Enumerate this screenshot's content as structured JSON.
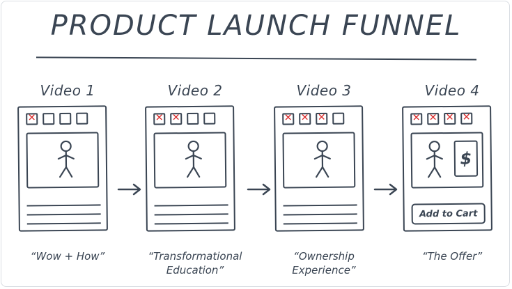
{
  "title": "PRODUCT LAUNCH FUNNEL",
  "colors": {
    "ink": "#3a4553",
    "x_mark": "#d92424"
  },
  "panels": [
    {
      "label": "Video 1",
      "caption_line1": "“Wow + How”",
      "caption_line2": "",
      "boxes": [
        true,
        false,
        false,
        false
      ]
    },
    {
      "label": "Video 2",
      "caption_line1": "“Transformational",
      "caption_line2": "Education”",
      "boxes": [
        true,
        true,
        false,
        false
      ]
    },
    {
      "label": "Video 3",
      "caption_line1": "“Ownership",
      "caption_line2": "Experience”",
      "boxes": [
        true,
        true,
        true,
        false
      ]
    },
    {
      "label": "Video 4",
      "caption_line1": "“The Offer”",
      "caption_line2": "",
      "boxes": [
        true,
        true,
        true,
        true
      ],
      "cart_label": "Add to Cart",
      "dollar": "$"
    }
  ],
  "icons": {
    "x_mark": "✕",
    "stick_figure": "stick-figure-icon",
    "arrow": "right-arrow-icon"
  }
}
